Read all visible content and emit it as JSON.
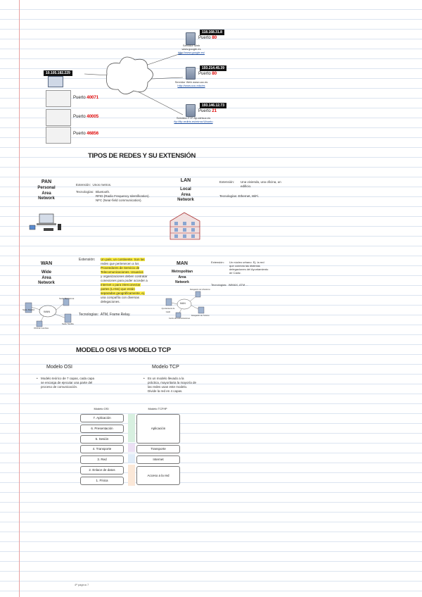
{
  "network": {
    "client_ip": "10.105.182.229",
    "ports": [
      {
        "label": "Puerto",
        "number": "40071"
      },
      {
        "label": "Puerto",
        "number": "40005"
      },
      {
        "label": "Puerto",
        "number": "46856"
      }
    ],
    "servers": [
      {
        "ip": "118.168.31.8",
        "port_label": "Puerto",
        "port": "80",
        "caption": "Servidor Web www.google.es",
        "link": "http://www.google.es/"
      },
      {
        "ip": "193.214.45.39",
        "port_label": "Puerto",
        "port": "80",
        "caption": "Servidor Web www.uoc.es",
        "link": "http://www.uoc.edu/es"
      },
      {
        "ip": "193.146.12.73",
        "port_label": "Puerto",
        "port": "21",
        "caption": "Servidor FTP ftp.cdrisuc.es",
        "link": "ftp://ftp.rediris.es/mirror/Ubuntu"
      }
    ]
  },
  "section1": {
    "title": "TIPOS DE REDES Y SU EXTENSIÓN"
  },
  "pan": {
    "name": "PAN",
    "full": [
      "Personal",
      "Area",
      "Network"
    ],
    "ext_label": "Extensión:",
    "ext_value": "Unos metros.",
    "tech_label": "Tecnologías:",
    "tech_values": [
      "Bluetooth.",
      "RFID (Radio Frequency Identification).",
      "NFC (Near-field communication)."
    ]
  },
  "lan": {
    "name": "LAN",
    "full": [
      "Local",
      "Area",
      "Network"
    ],
    "ext_label": "Extensión:",
    "ext_value": "Una vivienda, una oficina, un edificio.",
    "tech_label": "Tecnologías:",
    "tech_value": "Ethernet, WiFi."
  },
  "wan": {
    "name": "WAN",
    "full": [
      "Wide",
      "Area",
      "Network"
    ],
    "ext_label": "Extensión:",
    "ext_lines": [
      "Un país, un continente. Son las",
      "redes que pertenecen a los",
      "Proveedores de Servicio de",
      "Telecomunicaciones. Usuarios",
      "y organizaciones deben contratar",
      "conexiones para poder acceder a",
      "Internet o para interconectar",
      "partes (LANs) que están",
      "separadas geográficamente, ej.",
      "una compañía con diversas",
      "delegaciones."
    ],
    "tech_label": "Tecnologías:",
    "tech_value": "ATM, Frame Relay.",
    "diagram_labels": [
      "Sede Madrid",
      "Sede Barcelona",
      "Sede Sevilla",
      "Oficina Londres",
      "WAN"
    ]
  },
  "man": {
    "name": "MAN",
    "full": [
      "Metropolitan",
      "Area",
      "Network"
    ],
    "ext_label": "Extensión:",
    "ext_lines": [
      "Un núcleo urbano. Ej. la red",
      "que conecta las distintas",
      "delegaciones del Ayuntamiento",
      "de Cádiz."
    ],
    "tech_label": "Tecnologías:",
    "tech_value": "WiMAX, ATM ...",
    "diagram_labels": [
      "Delegación de Urbanismo",
      "Ayuntamiento de Cádiz",
      "Delegación de Turismo",
      "Centro de Comunicaciones",
      "MAN"
    ]
  },
  "section2": {
    "title": "MODELO OSI VS MODELO TCP",
    "osi_heading": "Modelo OSI",
    "tcp_heading": "Modelo TCP",
    "osi_bullet": [
      "Modelo teórico de 7 capas, cada capa",
      "se encarga de ejecutar una parte del",
      "proceso de comunicación."
    ],
    "tcp_bullet": [
      "Es un modelo llevado a la",
      "práctica, mayoritaria la mayoría de",
      "las redes usan este modelo.",
      "Divide la red en 4 capas."
    ],
    "table": {
      "osi_col": "Modelo OSI",
      "tcp_col": "Modelo TCP/IP",
      "osi_layers": [
        "7. Aplicación",
        "6. Presentación",
        "5. Sesión",
        "4. Transporte",
        "3. Red",
        "2. Enlace de datos",
        "1. Física"
      ],
      "tcp_layers": [
        "Aplicación",
        "Transporte",
        "Internet",
        "Acceso a la red"
      ]
    }
  },
  "footer": "4ª página 7"
}
